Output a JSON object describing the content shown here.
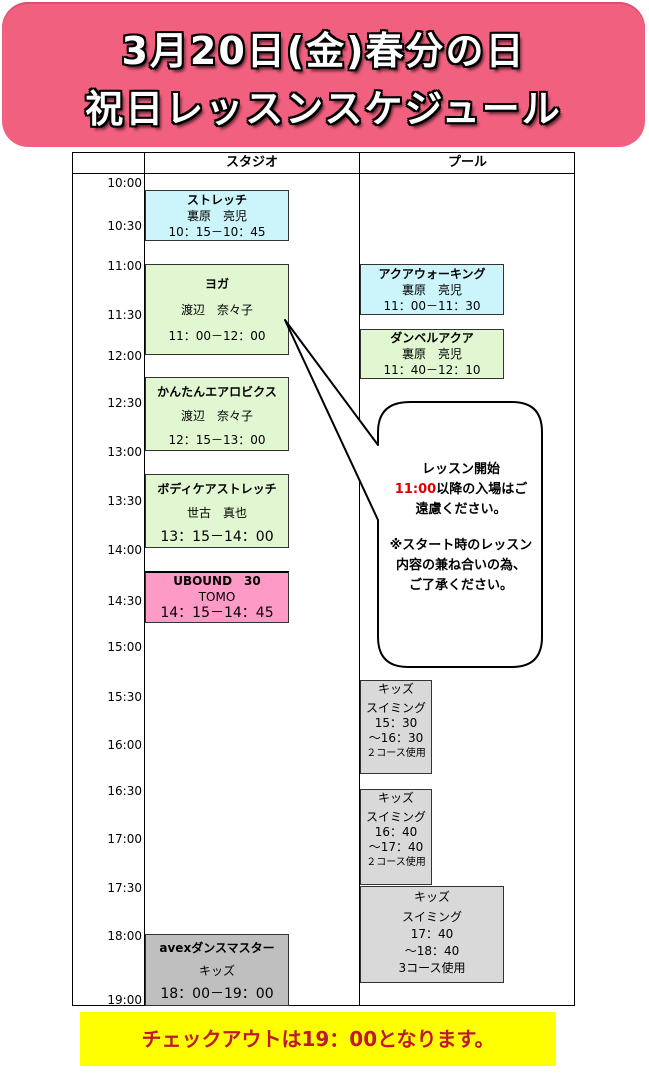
{
  "header": {
    "line1": "3月20日(金)春分の日",
    "line2": "祝日レッスンスケジュール"
  },
  "columns": {
    "studio": "スタジオ",
    "pool": "プール"
  },
  "times": [
    "10:00",
    "10:30",
    "11:00",
    "11:30",
    "12:00",
    "12:30",
    "13:00",
    "13:30",
    "14:00",
    "14:30",
    "15:00",
    "15:30",
    "16:00",
    "16:30",
    "17:00",
    "17:30",
    "18:00",
    "19:00"
  ],
  "studio_lessons": [
    {
      "name": "ストレッチ",
      "instructor": "裏原　亮児",
      "time": "10：15－10：45"
    },
    {
      "name": "ヨガ",
      "instructor": "渡辺　奈々子",
      "time": "11：00－12：00"
    },
    {
      "name": "かんたんエアロビクス",
      "instructor": "渡辺　奈々子",
      "time": "12：15－13：00"
    },
    {
      "name": "ボディケアストレッチ",
      "instructor": "世古　真也",
      "time": "13：15－14：00"
    },
    {
      "name": "UBOUND　30",
      "instructor": "TOMO",
      "time": "14：15－14：45"
    },
    {
      "name": "avexダンスマスター",
      "instructor": "キッズ",
      "time": "18：00－19：00"
    }
  ],
  "pool_lessons": [
    {
      "name": "アクアウォーキング",
      "instructor": "裏原　亮児",
      "time": "11：00－11：30"
    },
    {
      "name": "ダンベルアクア",
      "instructor": "裏原　亮児",
      "time": "11：40－12：10"
    },
    {
      "l1": "キッズ",
      "l2": "スイミング",
      "l3": "15：30",
      "l4": "～16：30",
      "l5": "２コース使用"
    },
    {
      "l1": "キッズ",
      "l2": "スイミング",
      "l3": "16：40",
      "l4": "～17：40",
      "l5": "２コース使用"
    },
    {
      "l1": "キッズ",
      "l2": "スイミング",
      "l3": "17：40",
      "l4": "～18：40",
      "l5": "3コース使用"
    }
  ],
  "callout": {
    "line1": "レッスン開始",
    "time_red": "11:00",
    "line2b": "以降の入場はご",
    "line3": "遠慮ください。",
    "line4": "※スタート時のレッスン",
    "line5": "内容の兼ね合いの為、",
    "line6": "ご了承ください。"
  },
  "footer": {
    "text_before": "チェックアウトは",
    "time": "19：00",
    "text_after": "となります。"
  },
  "colors": {
    "banner": "#f2607f",
    "footer_bg": "#ffff00",
    "footer_text": "#c0182d",
    "cyan": "#ccf5fb",
    "green": "#e0f7d2",
    "pink": "#fe9ac6",
    "gray": "#d9d9d9"
  }
}
